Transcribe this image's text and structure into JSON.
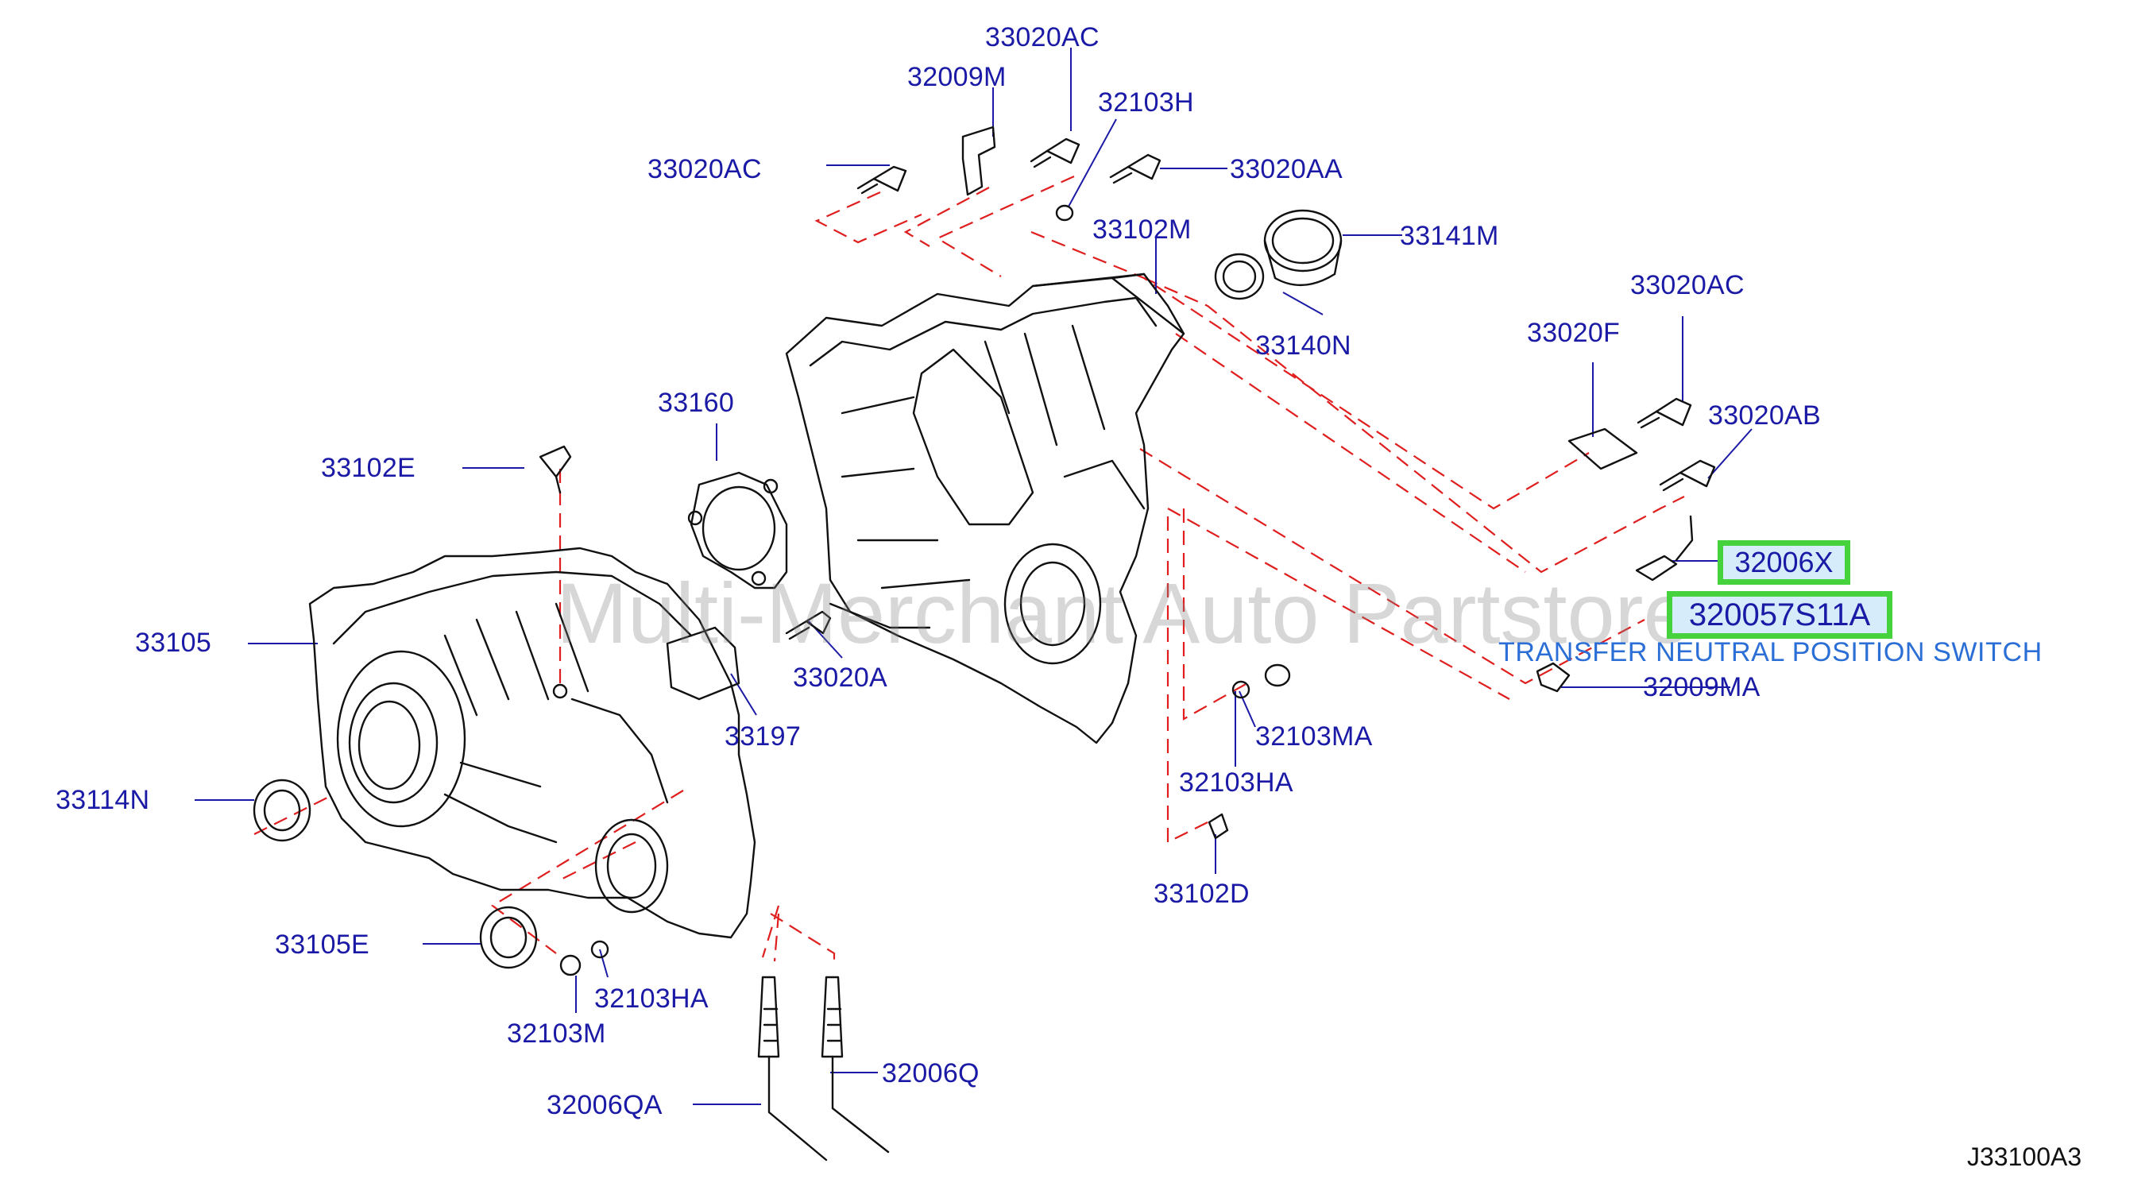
{
  "labels": {
    "p33020AC_top": "33020AC",
    "p32009M": "32009M",
    "p32103H": "32103H",
    "p33020AC_left": "33020AC",
    "p33020AA": "33020AA",
    "p33102M": "33102M",
    "p33141M": "33141M",
    "p33140N": "33140N",
    "p33020AC_right": "33020AC",
    "p33020F": "33020F",
    "p33020AB": "33020AB",
    "p33160": "33160",
    "p33102E": "33102E",
    "p33105": "33105",
    "p33020A": "33020A",
    "p33197": "33197",
    "p32009MA": "32009MA",
    "p32103MA": "32103MA",
    "p32103HA_mid": "32103HA",
    "p33114N": "33114N",
    "p33102D": "33102D",
    "p33105E": "33105E",
    "p32103HA_low": "32103HA",
    "p32103M": "32103M",
    "p32006Q": "32006Q",
    "p32006QA": "32006QA"
  },
  "highlighted": {
    "part_a": "32006X",
    "part_b": "320057S11A",
    "description": "TRANSFER NEUTRAL POSITION SWITCH"
  },
  "watermark": "Multi-Merchant Auto Partstore",
  "reference_code": "J33100A3",
  "colors": {
    "label_text": "#1a1aa6",
    "description_text": "#2a6ed6",
    "highlight_border": "#46d23c",
    "highlight_fill": "#d6ecfb",
    "dashed_line": "#e01e1e",
    "leader_line": "#1a1aa6",
    "part_outline": "#111111"
  }
}
